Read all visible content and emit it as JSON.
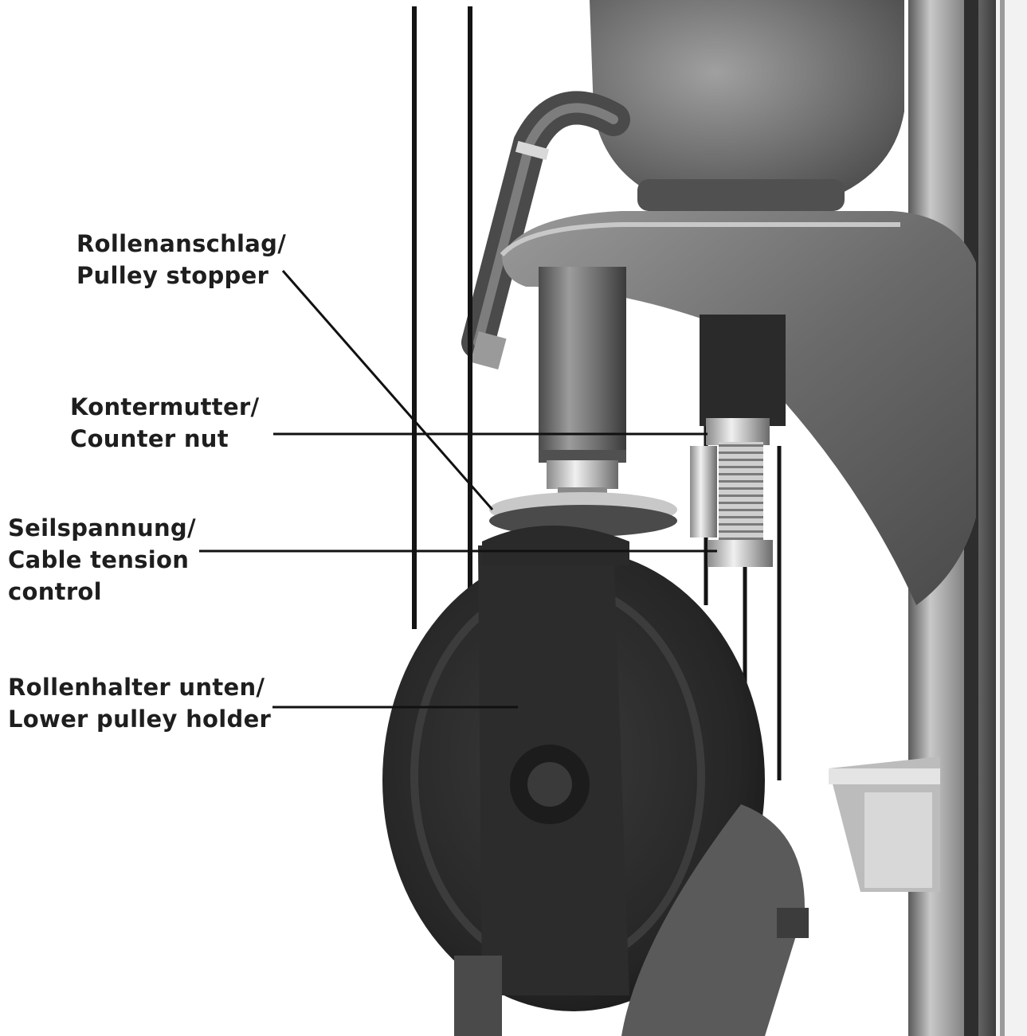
{
  "labels": {
    "pulley_stopper": {
      "de": "Rollenanschlag/",
      "en": "Pulley stopper"
    },
    "counter_nut": {
      "de": "Kontermutter/",
      "en": "Counter nut"
    },
    "cable_tension": {
      "de": "Seilspannung/",
      "en": "Cable tension",
      "en2": "control"
    },
    "lower_holder": {
      "de": "Rollenhalter unten/",
      "en": "Lower pulley holder"
    }
  },
  "colors": {
    "background": "#ffffff",
    "text": "#1e1e1e",
    "leader": "#111111",
    "metal_dark": "#2a2a2a",
    "metal_mid": "#6e6e6e",
    "metal_light": "#bdbdbd",
    "chrome": "#d9d9d9"
  }
}
